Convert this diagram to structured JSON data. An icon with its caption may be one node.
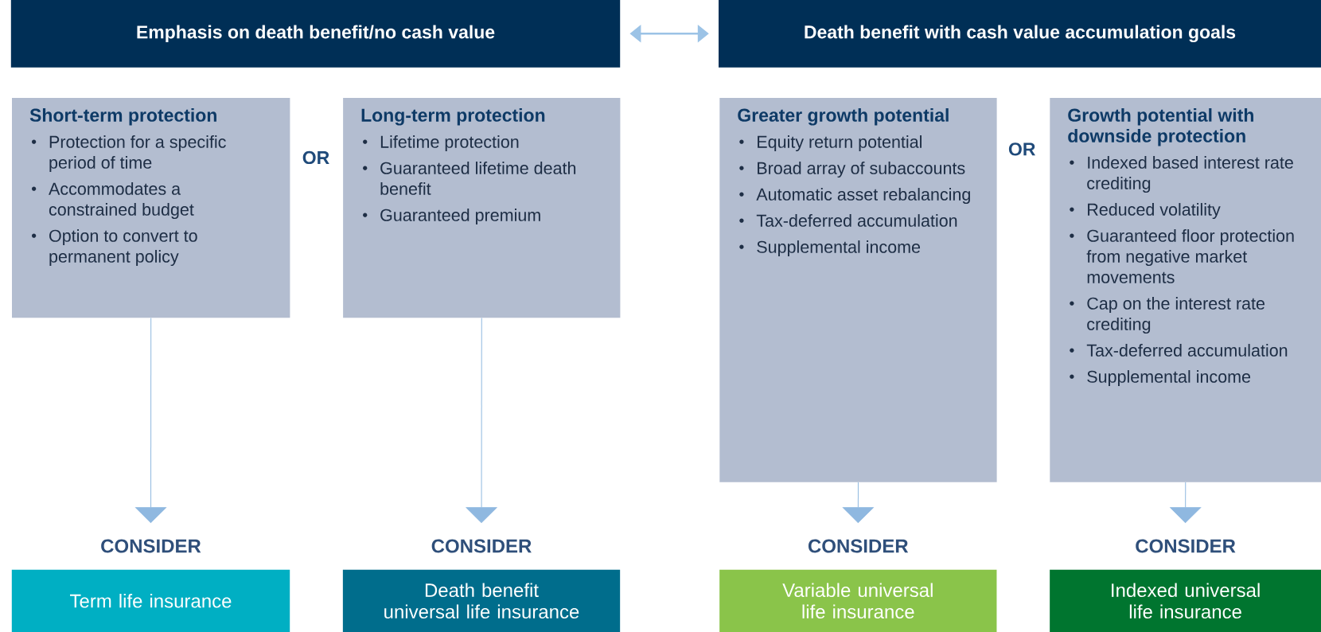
{
  "diagram": {
    "nodes": [
      {
        "text": [
          "Emphasis on death benefit/no cash value"
        ]
      },
      {
        "text": [
          "Death benefit with cash value accumulation goals"
        ]
      },
      {
        "text": [
          "Short-term protection",
          "Protection for a specific period of time",
          "Accommodates a constrained budget",
          "Option to convert to permanent policy"
        ]
      },
      {
        "text": [
          "Long-term protection",
          "Lifetime protection",
          "Guaranteed lifetime death benefit",
          "Guaranteed premium"
        ]
      },
      {
        "text": [
          "Greater growth potential",
          "Equity return potential",
          "Broad array of subaccounts",
          "Automatic asset rebalancing",
          "Tax-deferred accumulation",
          "Supplemental income"
        ]
      },
      {
        "text": [
          "Growth potential with downside protection",
          "Indexed based interest rate crediting",
          "Reduced volatility",
          "Guaranteed floor protection from negative market movements",
          "Cap on the interest rate crediting",
          "Tax-deferred accumulation",
          "Supplemental income"
        ]
      },
      {
        "text": [
          "CONSIDER"
        ]
      },
      {
        "text": [
          "CONSIDER"
        ]
      },
      {
        "text": [
          "CONSIDER"
        ]
      },
      {
        "text": [
          "CONSIDER"
        ]
      },
      {
        "text": [
          "Term life insurance"
        ]
      },
      {
        "text": [
          "Death benefit universal life insurance"
        ]
      },
      {
        "text": [
          "Variable universal life insurance"
        ]
      },
      {
        "text": [
          "Indexed universal life insurance"
        ]
      }
    ],
    "edges": [
      {
        "from": 0,
        "to": 1,
        "arrow": "both"
      },
      {
        "from": 2,
        "to": 6,
        "arrow": "to"
      },
      {
        "from": 3,
        "to": 7,
        "arrow": "to"
      },
      {
        "from": 4,
        "to": 8,
        "arrow": "to"
      },
      {
        "from": 5,
        "to": 9,
        "arrow": "to"
      }
    ],
    "labels": [
      "OR",
      "OR"
    ]
  }
}
